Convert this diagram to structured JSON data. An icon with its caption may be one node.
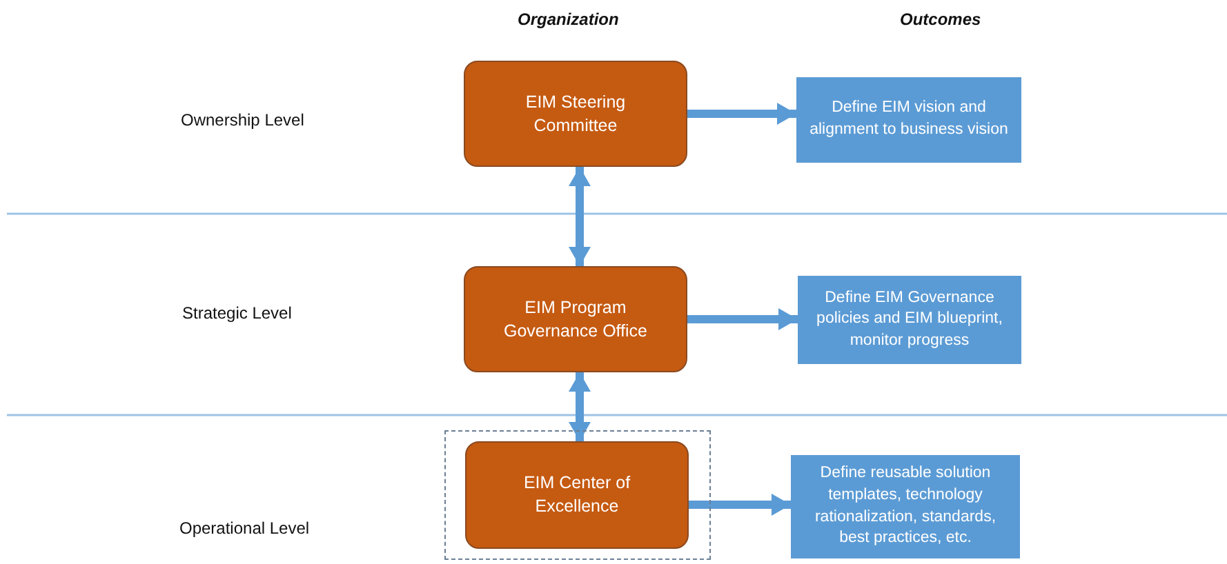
{
  "diagram": {
    "nodes": [
      {
        "text": [
          "EIM Steering Committee"
        ]
      },
      {
        "text": [
          "Define EIM vision and alignment to business vision"
        ]
      },
      {
        "text": [
          "EIM Program Governance Office"
        ]
      },
      {
        "text": [
          "Define EIM Governance policies and EIM blueprint, monitor progress"
        ]
      },
      {
        "text": [],
        "shape": "box"
      },
      {
        "text": [
          "EIM Center of Excellence"
        ],
        "in": 4
      },
      {
        "text": [
          "Define reusable solution templates, technology rationalization, standards, best practices, etc."
        ]
      }
    ],
    "edges": [
      {
        "from": 0,
        "to": 1,
        "arrow": "to"
      },
      {
        "from": 0,
        "to": 2,
        "arrow": "both"
      },
      {
        "from": 2,
        "to": 3,
        "arrow": "to"
      },
      {
        "from": 2,
        "to": 5,
        "arrow": "both"
      },
      {
        "from": 5,
        "to": 6,
        "arrow": "to"
      }
    ],
    "labels": [
      "Organization",
      "Outcomes",
      "Ownership Level",
      "Strategic Level",
      "Operational Level"
    ]
  }
}
